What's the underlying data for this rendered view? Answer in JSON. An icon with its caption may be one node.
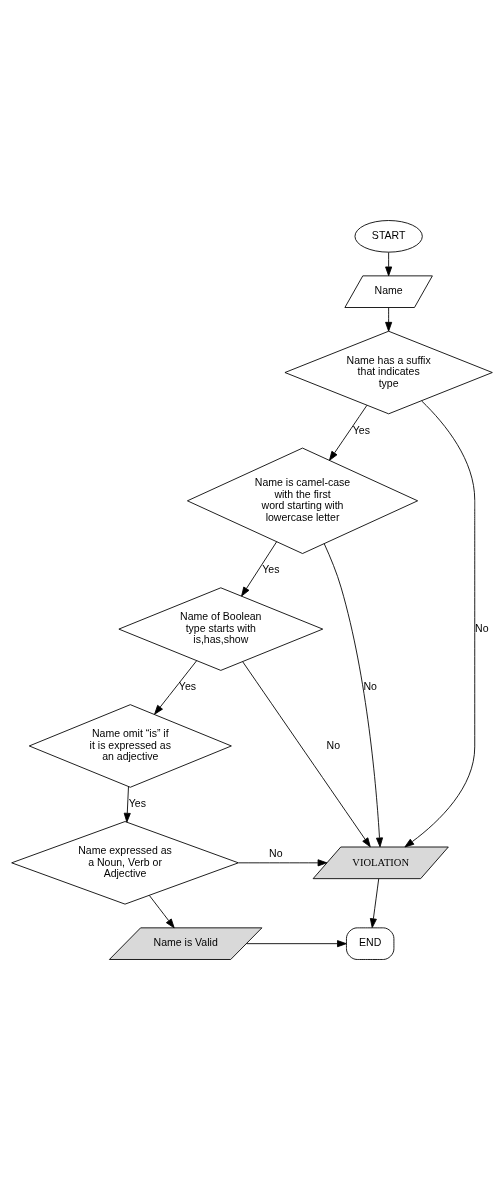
{
  "diagram": {
    "nodes": [
      {
        "text": [
          "START"
        ]
      },
      {
        "text": [
          "Name"
        ]
      },
      {
        "text": [
          "Name has a suffix that indicates type"
        ]
      },
      {
        "text": [
          "Name is camel-case with the first word starting with lowercase letter"
        ]
      },
      {
        "text": [
          "Name of Boolean type starts with is,has,show"
        ]
      },
      {
        "text": [
          "Name omit “is” if it is expressed as an adjective"
        ]
      },
      {
        "text": [
          "Name expressed as a Noun, Verb or Adjective"
        ]
      },
      {
        "text": [
          "Name is Valid"
        ]
      },
      {
        "text": [
          "VIOLATION"
        ]
      },
      {
        "text": [
          "END"
        ]
      }
    ],
    "edges": [
      {
        "from": 0,
        "to": 1,
        "arrow": "to"
      },
      {
        "from": 1,
        "to": 2,
        "arrow": "to"
      },
      {
        "from": 2,
        "to": 3,
        "arrow": "to",
        "label": "Yes"
      },
      {
        "from": 3,
        "to": 4,
        "arrow": "to",
        "label": "Yes"
      },
      {
        "from": 4,
        "to": 5,
        "arrow": "to",
        "label": "Yes"
      },
      {
        "from": 5,
        "to": 6,
        "arrow": "to",
        "label": "Yes"
      },
      {
        "from": 6,
        "to": 7,
        "arrow": "to"
      },
      {
        "from": 2,
        "to": 8,
        "arrow": "to",
        "label": "No"
      },
      {
        "from": 3,
        "to": 8,
        "arrow": "to",
        "label": "No"
      },
      {
        "from": 4,
        "to": 8,
        "arrow": "to",
        "label": "No"
      },
      {
        "from": 6,
        "to": 8,
        "arrow": "to",
        "label": "No"
      },
      {
        "from": 8,
        "to": 9,
        "arrow": "to"
      },
      {
        "from": 7,
        "to": 9,
        "arrow": "to"
      }
    ]
  }
}
